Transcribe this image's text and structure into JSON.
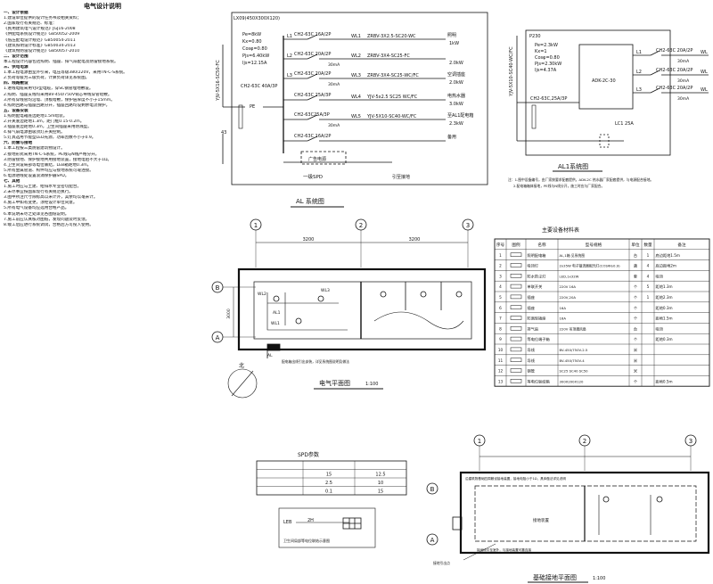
{
  "notes": {
    "title": "电气设计说明",
    "lines": [
      "一、设计依据",
      "1.建设单位提供的设计任务书及相关资料；",
      "2.国家现行有关规范、标准：",
      "《民用建筑电气设计规范》JGJ16-2008",
      "《供配电系统设计规范》GB50052-2009",
      "《低压配电设计规范》GB50054-2011",
      "《建筑照明设计标准》GB50034-2013",
      "《建筑物防雷设计规范》GB50057-2010",
      "二、设计范围",
      "本工程设计内容包括照明、插座、排气扇配电及防雷接地系统。",
      "三、供电电源",
      "1.本工程电源由室外引来，电压等级380/220V，采用TN-C-S系统。",
      "2.负荷等级为三级负荷，计算负荷详见系统图。",
      "四、线路敷设",
      "1.进线电缆采用YJV型电缆，穿SC钢管埋地敷设。",
      "2.照明、插座支线均采用BV-450/750V铜芯导线穿管暗敷。",
      "3.所有穿线管均沿墙、顶板暗敷，保护层厚度不小于15mm。",
      "4.照明回路与插座回路分开，插座回路均设剩余电流保护。",
      "五、设备安装",
      "1.照明配电箱底边距地1.5m暗装。",
      "2.开关底边距地1.3m，距门框0.15-0.2m。",
      "3.插座底边距地0.3m，卫生间插座采用防溅型。",
      "4.排气扇电源由吸顶灯开关控制。",
      "5.灯具选用节能型LED光源，功率因数不小于0.9。",
      "六、防雷与接地",
      "1.本工程按三类防雷建筑物设计。",
      "2.接地形式采用TN-C-S系统，PE线与N线严格分开。",
      "3.防雷接地、保护接地共用接地装置，接地电阻不大于1Ω。",
      "4.卫生间设局部等电位联结，LEB箱距地0.3m。",
      "5.所有金属管道、构件均应与接地系统可靠连接。",
      "6.电源进线处设置浪涌保护器SPD。",
      "七、其他",
      "1.施工时应与土建、给排水专业密切配合。",
      "2.未尽事宜按国家现行有关规范执行。",
      "3.图中所注尺寸除标高以米计外，其余均以毫米计。",
      "4.施工中如有变更，须经设计单位同意。",
      "5.所有电气设备均应选用合格产品。",
      "6.本说明未尽之处详见各图纸说明。",
      "7.施工前应认真核对图纸，发现问题及时反馈。",
      "8.竣工后应进行系统调试，合格后方可投入使用。"
    ]
  },
  "al_system": {
    "panel_label": "LX09(450X300X120)",
    "params": [
      "Pe=8kW",
      "Kx=0.80",
      "Cosφ=0.80",
      "Pjs=6.40kW",
      "Ijs=12.15A"
    ],
    "incoming_cable": "YJV-5X16-SC50-FC",
    "main_breaker": "CH2-63C 40A/3P",
    "pe": "PE",
    "ground_code": "43",
    "circuits": [
      {
        "breaker": "CH2-63C 16A/2P",
        "wl": "WL1",
        "cable": "ZRBV-3X2.5-SC20-WC",
        "load": "照明",
        "kw": "1kW",
        "phase": "L1"
      },
      {
        "breaker": "CH2-63C 20A/2P",
        "wl": "WL2",
        "cable": "ZRBV-3X4-SC25-FC",
        "load": "",
        "kw": "2.0kW",
        "phase": "L2",
        "rcd": "30mA"
      },
      {
        "breaker": "CH2-63C 20A/2P",
        "wl": "WL3",
        "cable": "ZRBV-3X4-SC25-WC/FC",
        "load": "空调插座",
        "kw": "2.0kW",
        "phase": "L3",
        "rcd": "30mA"
      },
      {
        "breaker": "CH2-63C 25A/3P",
        "wl": "WL4",
        "cable": "YJV-5x2.5  SC25  WC/FC",
        "load": "电热水器",
        "kw": "3.0kW",
        "phase": ""
      },
      {
        "breaker": "CH2-63C25A/3P",
        "wl": "WL5",
        "cable": "YJV-5X10-SC40-WC/FC",
        "load": "至AL1配电箱",
        "kw": "2.3kW",
        "phase": "",
        "rcd": "30mA"
      },
      {
        "breaker": "CH2-63C 16A/2P",
        "wl": "",
        "cable": "",
        "load": "备用",
        "kw": "",
        "phase": ""
      }
    ],
    "spd_label": "一级SPD",
    "box_label": "广告电源",
    "ground_label": "引至接地",
    "title": "AL 系统图"
  },
  "al1_system": {
    "panel_code": "P230",
    "params": [
      "Pe=2.3kW",
      "Kx=1",
      "Cosφ=0.80",
      "Pjs=2.30kW",
      "Ijs=4.37A"
    ],
    "incoming_cable": "YJV-5X10-SC40-WC/FC",
    "main_breaker": "CH2-63C,25A/3P",
    "device": "ADK-2C-30",
    "device_label": "LC1 25A",
    "circuits": [
      {
        "phase": "L1",
        "breaker": "CH2-63C 20A/2P",
        "rcd": "30mA",
        "wl": "WL"
      },
      {
        "phase": "L2",
        "breaker": "CH2-63C 20A/2P",
        "rcd": "30mA",
        "wl": "WL"
      },
      {
        "phase": "L3",
        "breaker": "CH2-63C 20A/2P",
        "rcd": "30mA",
        "wl": "WL"
      }
    ],
    "title": "AL1系统图",
    "note1": "注：1.图中设备编号，由厂家按要求配套提供，ADK-2C 热水器厂家配套提供，与电源配合接地。",
    "note2": "2.配电箱箱体接地，PE线与N线分开，施工时应与厂家配合。"
  },
  "floor_plan": {
    "axes": [
      "1",
      "2",
      "3"
    ],
    "rows": [
      "B",
      "A"
    ],
    "dims": [
      "3200",
      "3200",
      "3000"
    ],
    "tags": [
      "WL2",
      "WL1",
      "AL1",
      "AL",
      "WL3"
    ],
    "callout": "配电箱出线引出安装，详见系统图说明及做法",
    "north": "北",
    "title": "电气平面图",
    "scale": "1:100"
  },
  "equipment_table": {
    "title": "主要设备材料表",
    "headers": [
      "序号",
      "图例",
      "名称",
      "型号规格",
      "单位",
      "数量",
      "备注"
    ],
    "rows": [
      [
        "1",
        "",
        "照明配电箱",
        "AL,1箱 见系统图",
        "台",
        "1",
        "底边距地1.5m"
      ],
      [
        "2",
        "",
        "吸顶灯",
        "2x35W  电子镇流器配光灯(COSΦ≥0.9)",
        "盏",
        "4",
        "底边距地2m"
      ],
      [
        "3",
        "",
        "防水防尘灯",
        "LED,1x32W",
        "套",
        "4",
        "吸顶"
      ],
      [
        "4",
        "",
        "单联开关",
        "220V 16A",
        "个",
        "5",
        "距地1.3m"
      ],
      [
        "5",
        "",
        "插座",
        "220V,20A",
        "个",
        "1",
        "距地2.3m"
      ],
      [
        "6",
        "",
        "插座",
        "16A",
        "个",
        "",
        "距地0.3m"
      ],
      [
        "7",
        "",
        "防溅型插座",
        "16A",
        "个",
        "",
        "距地1.5m"
      ],
      [
        "8",
        "",
        "排气扇",
        "220V 吊顶通风扇",
        "台",
        "",
        "吸顶"
      ],
      [
        "9",
        "",
        "等电位端子箱",
        "",
        "个",
        "",
        "距地0.3m"
      ],
      [
        "10",
        "",
        "导线",
        "BV-450/750V-2.5",
        "米",
        "",
        ""
      ],
      [
        "11",
        "",
        "导线",
        "BV-450/750V-4",
        "米",
        "",
        ""
      ],
      [
        "12",
        "",
        "钢管",
        "SC25 SC40 SC50",
        "米",
        "",
        ""
      ],
      [
        "13",
        "",
        "等电位联结箱",
        "300X200X120",
        "个",
        "",
        "距地0.5m"
      ]
    ]
  },
  "spd_table": {
    "title": "SPD参数",
    "headers": [
      "",
      "",
      ""
    ],
    "rows": [
      [
        "",
        "15",
        "12.5"
      ],
      [
        "",
        "2.5",
        "10"
      ],
      [
        "",
        "0.1",
        "15"
      ]
    ]
  },
  "small_box": {
    "left": "LEB",
    "right": "2H",
    "caption": "卫生间局部等电位联结示意图"
  },
  "grounding_plan": {
    "axes": [
      "1",
      "2",
      "3"
    ],
    "rows": [
      "B",
      "A"
    ],
    "top_text": "沿建筑物基础四周敷设接地装置，接地电阻小于1Ω，具体做法详见说明",
    "bottom_text": "接地线引至室外，与接地装置可靠连接",
    "left_callout": "接地引出点",
    "mid_label": "接地装置",
    "title": "基础接地平面图",
    "scale": "1:100"
  }
}
